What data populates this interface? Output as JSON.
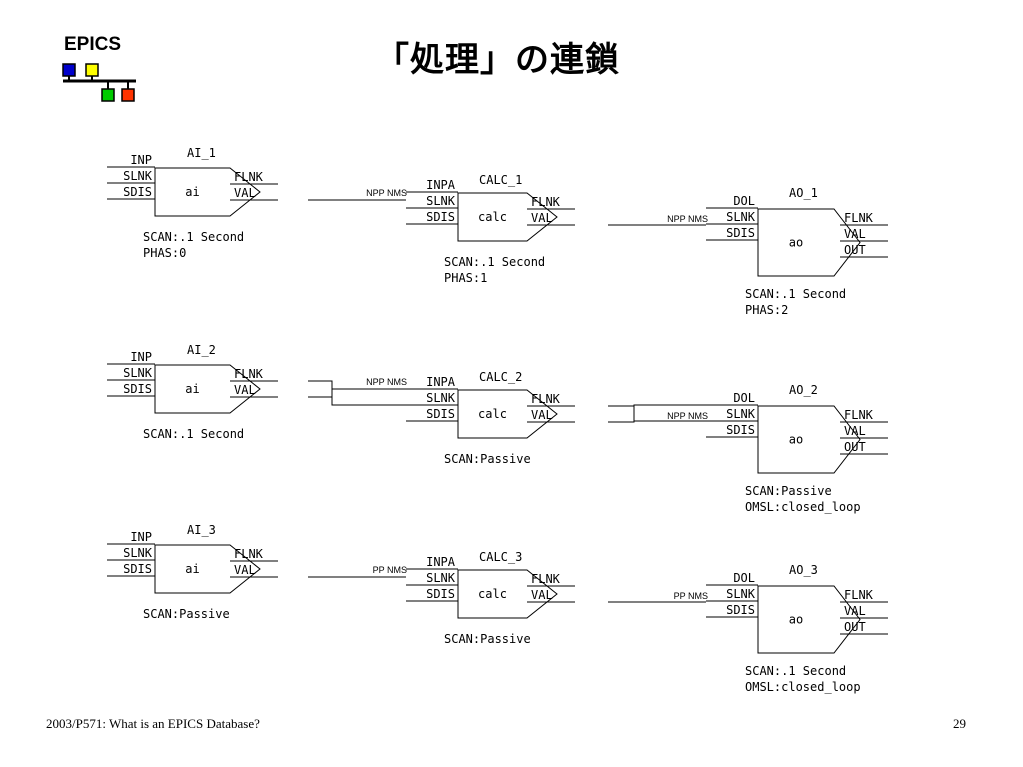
{
  "logo": {
    "text": "EPICS"
  },
  "title": "「処理」の連鎖",
  "footer": {
    "left": "2003/P571: What is an EPICS Database?",
    "page": "29"
  },
  "rows": [
    {
      "ai": {
        "name": "AI_1",
        "body": "ai",
        "inputs": [
          "INP",
          "SLNK",
          "SDIS"
        ],
        "outputs": [
          "FLNK",
          "VAL"
        ],
        "notes": [
          "SCAN:.1 Second",
          "PHAS:0"
        ]
      },
      "link1": "NPP NMS",
      "calc": {
        "name": "CALC_1",
        "body": "calc",
        "inputs": [
          "INPA",
          "SLNK",
          "SDIS"
        ],
        "outputs": [
          "FLNK",
          "VAL"
        ],
        "notes": [
          "SCAN:.1 Second",
          "PHAS:1"
        ]
      },
      "link2": "NPP NMS",
      "ao": {
        "name": "AO_1",
        "body": "ao",
        "inputs": [
          "DOL",
          "SLNK",
          "SDIS"
        ],
        "outputs": [
          "FLNK",
          "VAL",
          "OUT"
        ],
        "notes": [
          "SCAN:.1 Second",
          "PHAS:2"
        ]
      }
    },
    {
      "ai": {
        "name": "AI_2",
        "body": "ai",
        "inputs": [
          "INP",
          "SLNK",
          "SDIS"
        ],
        "outputs": [
          "FLNK",
          "VAL"
        ],
        "notes": [
          "SCAN:.1 Second"
        ]
      },
      "link1": "NPP NMS",
      "calc": {
        "name": "CALC_2",
        "body": "calc",
        "inputs": [
          "INPA",
          "SLNK",
          "SDIS"
        ],
        "outputs": [
          "FLNK",
          "VAL"
        ],
        "notes": [
          "SCAN:Passive"
        ]
      },
      "link2": "NPP NMS",
      "ao": {
        "name": "AO_2",
        "body": "ao",
        "inputs": [
          "DOL",
          "SLNK",
          "SDIS"
        ],
        "outputs": [
          "FLNK",
          "VAL",
          "OUT"
        ],
        "notes": [
          "SCAN:Passive",
          "OMSL:closed_loop"
        ]
      }
    },
    {
      "ai": {
        "name": "AI_3",
        "body": "ai",
        "inputs": [
          "INP",
          "SLNK",
          "SDIS"
        ],
        "outputs": [
          "FLNK",
          "VAL"
        ],
        "notes": [
          "SCAN:Passive"
        ]
      },
      "link1": "PP NMS",
      "calc": {
        "name": "CALC_3",
        "body": "calc",
        "inputs": [
          "INPA",
          "SLNK",
          "SDIS"
        ],
        "outputs": [
          "FLNK",
          "VAL"
        ],
        "notes": [
          "SCAN:Passive"
        ]
      },
      "link2": "PP NMS",
      "ao": {
        "name": "AO_3",
        "body": "ao",
        "inputs": [
          "DOL",
          "SLNK",
          "SDIS"
        ],
        "outputs": [
          "FLNK",
          "VAL",
          "OUT"
        ],
        "notes": [
          "SCAN:.1 Second",
          "OMSL:closed_loop"
        ]
      }
    }
  ]
}
